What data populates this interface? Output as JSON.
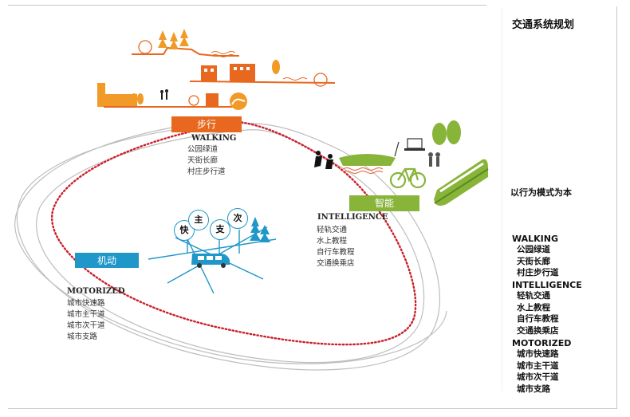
{
  "page_title": "交通系统规划",
  "subtitle": "以行为模式为本",
  "diagram": {
    "walking": {
      "tag": "步行",
      "heading": "WALKING",
      "items": [
        "公园绿道",
        "天街长廊",
        "村庄步行道"
      ]
    },
    "intelligence": {
      "tag": "智能",
      "heading": "INTELLIGENCE",
      "items": [
        "轻轨交通",
        "水上教程",
        "自行车教程",
        "交通换乘店"
      ]
    },
    "motorized": {
      "tag": "机动",
      "heading": "MOTORIZED",
      "items": [
        "城市快速路",
        "城市主干道",
        "城市次干道",
        "城市支路"
      ]
    },
    "road_bubbles": [
      "快",
      "主",
      "支",
      "次"
    ]
  },
  "legend": {
    "walking": {
      "heading": "WALKING",
      "items": [
        "公园绿道",
        "天街长廊",
        "村庄步行道"
      ]
    },
    "intelligence": {
      "heading": "INTELLIGENCE",
      "items": [
        "轻轨交通",
        "水上教程",
        "自行车教程",
        "交通换乘店"
      ]
    },
    "motorized": {
      "heading": "MOTORIZED",
      "items": [
        "城市快速路",
        "城市主干道",
        "城市次干道",
        "城市支路"
      ]
    }
  },
  "colors": {
    "walking": "#e8681f",
    "intelligence": "#88b43a",
    "motorized": "#1f97c9",
    "route": "#cc1f2a",
    "orbit": "#bdbdbd"
  },
  "icons": [
    "building-icon",
    "tree-icon",
    "boat-icon",
    "bicycle-icon",
    "tram-icon",
    "laptop-icon",
    "car-icon",
    "people-icon"
  ]
}
